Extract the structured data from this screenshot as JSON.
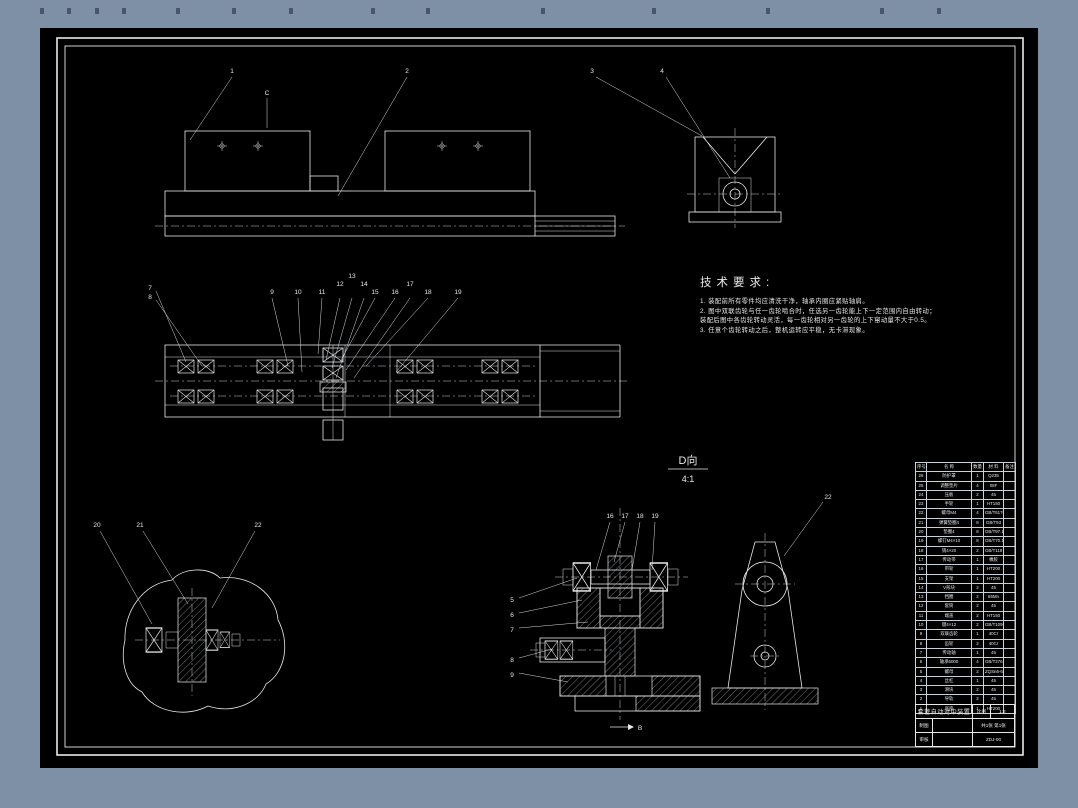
{
  "canvas": {
    "bg": "#7d90a5",
    "sheet_bg": "#000000",
    "line_color": "#e8e8e8"
  },
  "tech_requirements": {
    "title": "技术要求:",
    "lines": [
      "1. 装配前所有零件均应清洗干净，轴承内圈应紧贴轴肩。",
      "2. 图中双联齿轮与任一齿轮啮合时，任选另一齿轮能上下一定范围内自由转动；",
      "装配后图中各齿轮转动灵活，每一齿轮相对另一齿轮的上下窜动量不大于0.5。",
      "3. 任意个齿轮转动之后，整机运转应平稳，无卡滞现象。"
    ]
  },
  "detail_label": {
    "view": "D向",
    "scale": "4:1"
  },
  "callouts": {
    "front_top": [
      "1",
      "2"
    ],
    "front_c": "C",
    "end_top": [
      "3",
      "4"
    ],
    "plan_left": [
      "7",
      "8"
    ],
    "plan_top": [
      "9",
      "10",
      "11",
      "12",
      "13",
      "14",
      "15",
      "16",
      "17",
      "18",
      "19"
    ],
    "detail": [
      "20",
      "21",
      "22"
    ],
    "section_top": [
      "16",
      "17",
      "18",
      "19"
    ],
    "section_left": [
      "5",
      "6",
      "7",
      "8",
      "9"
    ],
    "side": "22",
    "section_dir": "B"
  },
  "parts_table": {
    "headers": [
      "序号",
      "名  称",
      "数量",
      "材 料",
      "备注"
    ],
    "rows": [
      [
        "26",
        "防护罩",
        "1",
        "Q235",
        ""
      ],
      [
        "25",
        "调整垫片",
        "4",
        "08F",
        ""
      ],
      [
        "24",
        "压板",
        "2",
        "45",
        ""
      ],
      [
        "23",
        "手轮",
        "1",
        "HT150",
        ""
      ],
      [
        "22",
        "螺母M4",
        "4",
        "GB/T6170",
        ""
      ],
      [
        "21",
        "弹簧垫圈4",
        "8",
        "GB/T93",
        ""
      ],
      [
        "20",
        "垫圈4",
        "8",
        "GB/T97.1",
        ""
      ],
      [
        "19",
        "螺钉M4×10",
        "8",
        "GB/T70.1",
        ""
      ],
      [
        "18",
        "销4×20",
        "2",
        "GB/T119",
        ""
      ],
      [
        "17",
        "传动带",
        "1",
        "橡胶",
        ""
      ],
      [
        "16",
        "带轮",
        "1",
        "HT200",
        ""
      ],
      [
        "15",
        "支架",
        "1",
        "HT200",
        ""
      ],
      [
        "14",
        "V形块",
        "2",
        "45",
        ""
      ],
      [
        "13",
        "挡圈",
        "2",
        "65Mn",
        ""
      ],
      [
        "12",
        "套筒",
        "2",
        "45",
        ""
      ],
      [
        "11",
        "端盖",
        "2",
        "HT150",
        ""
      ],
      [
        "10",
        "键4×12",
        "2",
        "GB/T1096",
        ""
      ],
      [
        "9",
        "双联齿轮",
        "1",
        "40Cr",
        ""
      ],
      [
        "8",
        "齿轮",
        "2",
        "40Cr",
        ""
      ],
      [
        "7",
        "传动轴",
        "1",
        "45",
        ""
      ],
      [
        "6",
        "轴承6000",
        "4",
        "GB/T276",
        ""
      ],
      [
        "5",
        "螺母",
        "2",
        "ZQSn6-6-3",
        ""
      ],
      [
        "4",
        "丝杠",
        "1",
        "45",
        ""
      ],
      [
        "3",
        "滑块",
        "2",
        "45",
        ""
      ],
      [
        "2",
        "导轨",
        "2",
        "45",
        ""
      ],
      [
        "1",
        "底座",
        "1",
        "HT200",
        ""
      ]
    ]
  },
  "title_block": {
    "title": "套管自动对中装置",
    "scale_label": "比例",
    "scale": "1:2",
    "sheet": "共1张 第1张",
    "draw_label": "制图",
    "check_label": "审核",
    "number": "ZDJ-00"
  }
}
